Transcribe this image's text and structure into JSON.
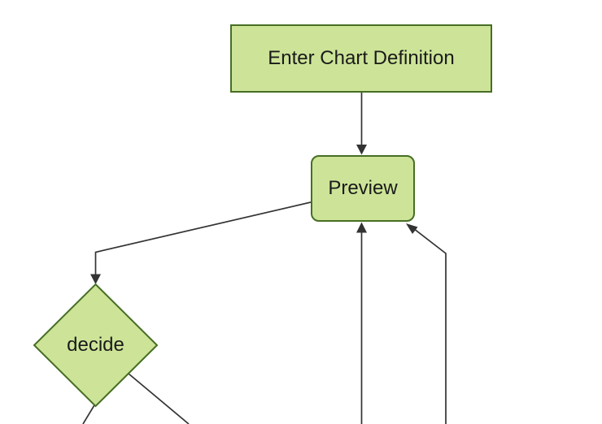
{
  "diagram": {
    "type": "flowchart",
    "direction": "top-down",
    "colors": {
      "background": "#ffffff",
      "node_fill": "#cde498",
      "node_border": "#476e24",
      "edge": "#333333",
      "text": "#1a1a1a"
    },
    "nodes": [
      {
        "id": "A",
        "label": "Enter Chart Definition",
        "shape": "rectangle"
      },
      {
        "id": "B",
        "label": "Preview",
        "shape": "rounded-rectangle"
      },
      {
        "id": "C",
        "label": "decide",
        "shape": "diamond"
      }
    ],
    "edges": [
      {
        "from": "Enter Chart Definition",
        "to": "Preview",
        "arrowhead": true
      },
      {
        "from": "Preview",
        "to": "decide",
        "arrowhead": true
      },
      {
        "from": "offscreen-bottom",
        "to": "Preview",
        "arrowhead": true
      },
      {
        "from": "offscreen-bottom-right",
        "to": "Preview",
        "arrowhead": true
      },
      {
        "from": "decide",
        "to": "offscreen-bottom-left",
        "arrowhead": false
      },
      {
        "from": "decide",
        "to": "offscreen-bottom-right",
        "arrowhead": false
      }
    ]
  }
}
